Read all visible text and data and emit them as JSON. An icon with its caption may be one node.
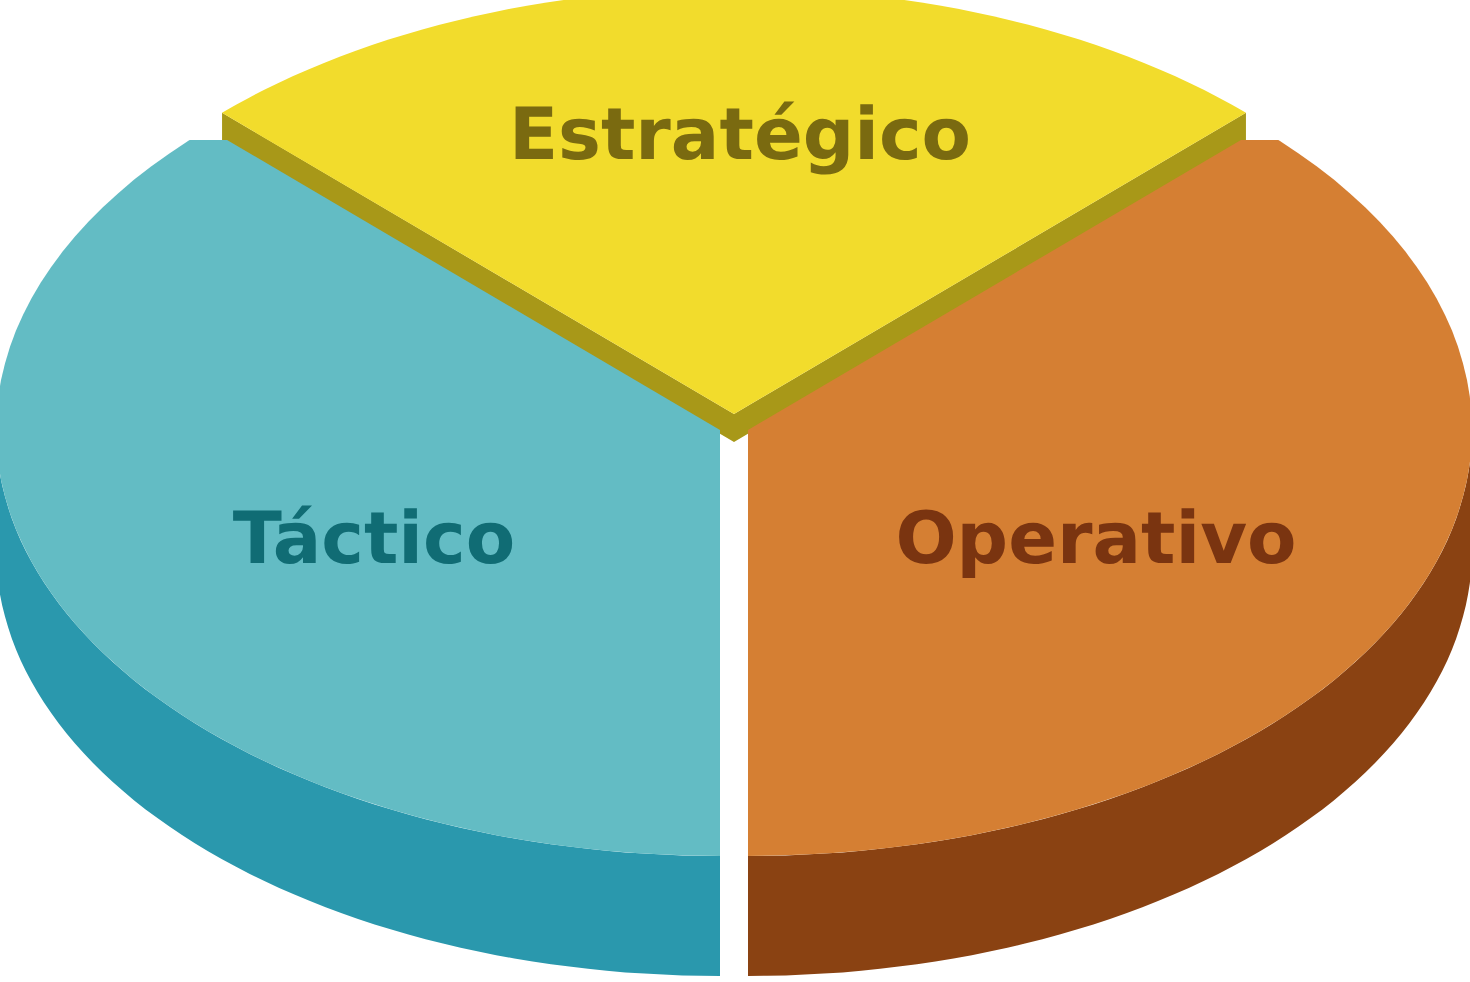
{
  "diagram": {
    "nodes": [
      {
        "text": [
          "Estratégico"
        ]
      },
      {
        "text": [
          "Táctico"
        ]
      },
      {
        "text": [
          "Operativo"
        ]
      }
    ]
  }
}
